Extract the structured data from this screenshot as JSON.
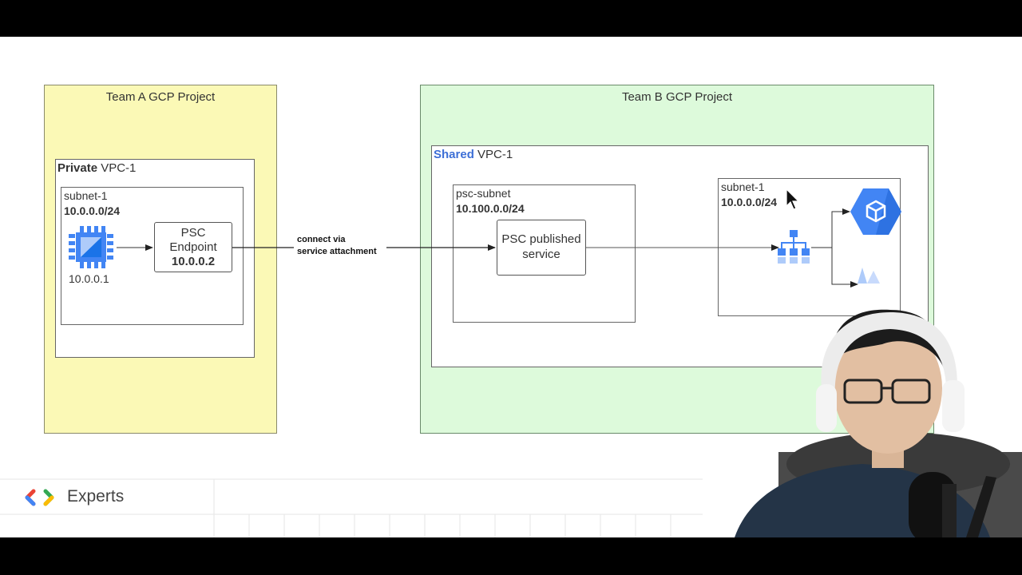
{
  "team_a": {
    "title": "Team A GCP Project",
    "vpc": {
      "kind": "Private",
      "name": "VPC-1"
    },
    "subnet": {
      "name": "subnet-1",
      "cidr": "10.0.0.0/24"
    },
    "vm_ip": "10.0.0.1",
    "endpoint": {
      "line1": "PSC",
      "line2": "Endpoint",
      "ip": "10.0.0.2"
    }
  },
  "connection": {
    "line1": "connect via",
    "line2": "service attachment"
  },
  "team_b": {
    "title": "Team B GCP Project",
    "vpc": {
      "kind": "Shared",
      "name": "VPC-1"
    },
    "psc_subnet": {
      "name": "psc-subnet",
      "cidr": "10.100.0.0/24"
    },
    "published_service": {
      "line1": "PSC published",
      "line2": "service"
    },
    "subnet": {
      "name": "subnet-1",
      "cidr": "10.0.0.0/24"
    }
  },
  "branding": {
    "label": "Experts"
  },
  "colors": {
    "team_a_bg": "#fbf9b6",
    "team_b_bg": "#ddfadb",
    "accent_red": "#c62828",
    "accent_blue": "#1565c0",
    "gcp_blue": "#4285f4"
  }
}
